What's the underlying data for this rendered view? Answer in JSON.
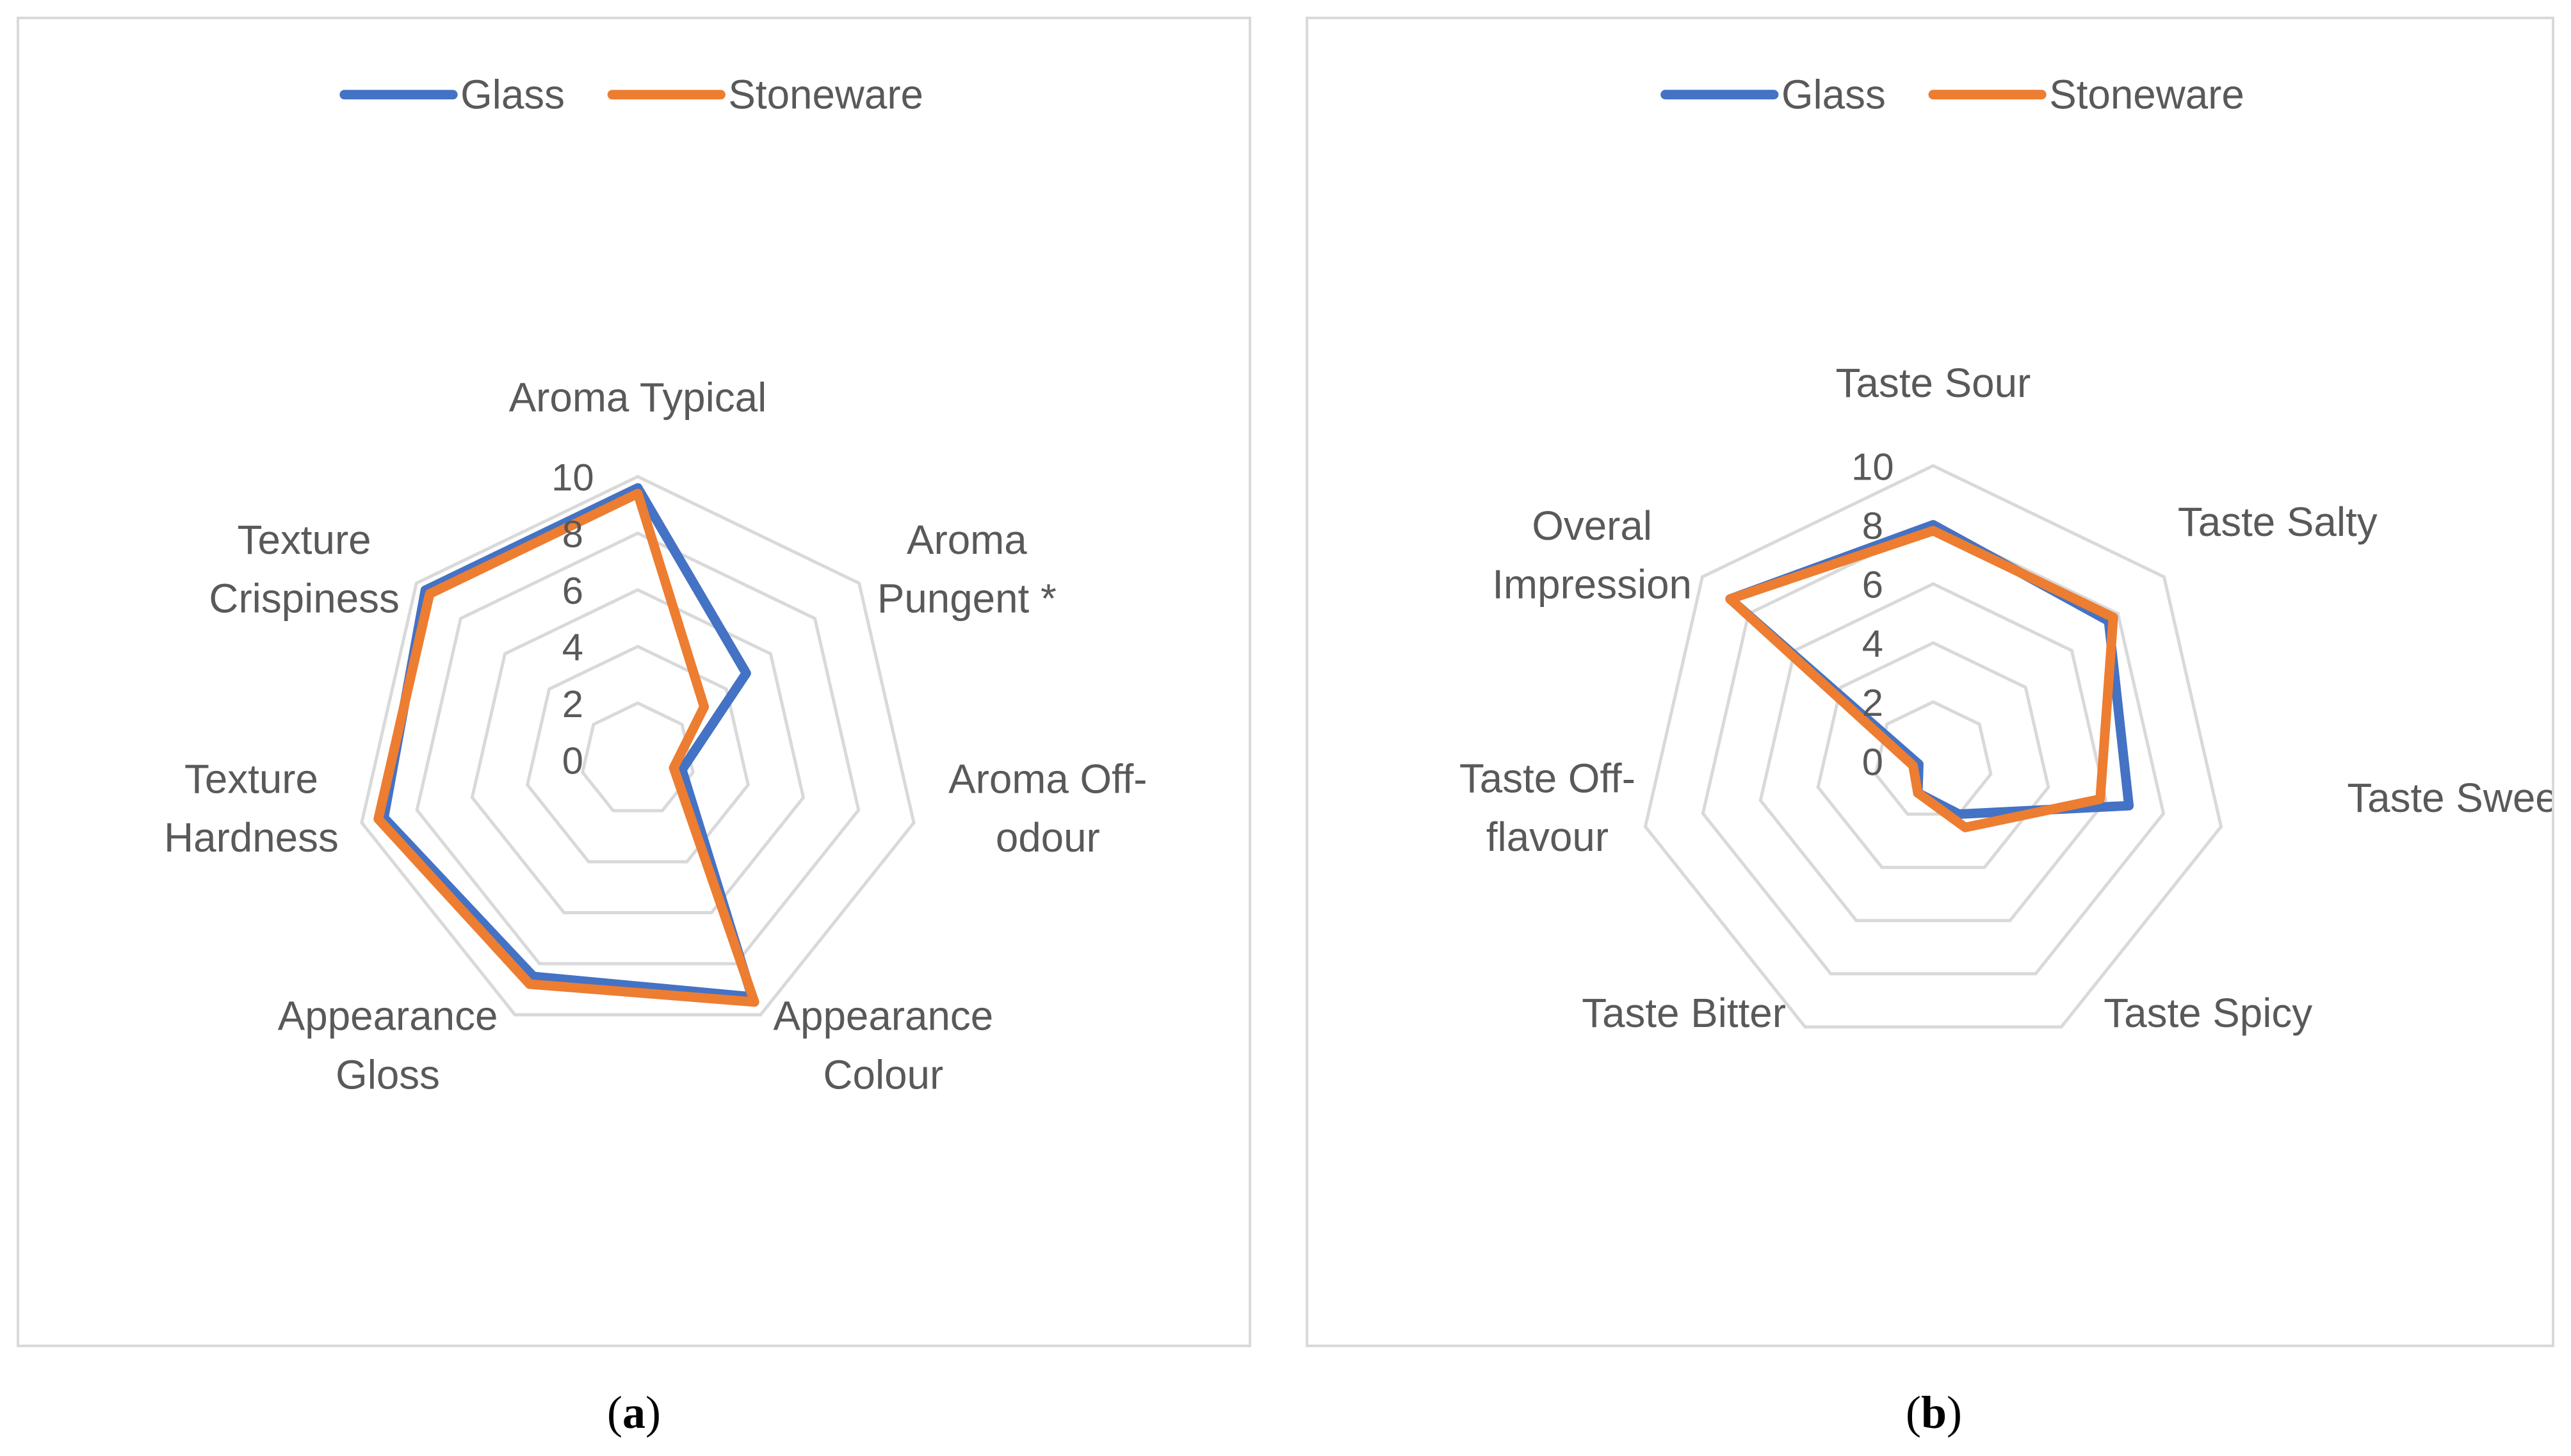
{
  "colors": {
    "glass": "#4472c4",
    "stoneware": "#ed7d31",
    "grid": "#d9d9d9",
    "text": "#595959"
  },
  "legend_position": "top",
  "grid": true,
  "captions": {
    "a": {
      "open": "(",
      "letter": "a",
      "close": ")"
    },
    "b": {
      "open": "(",
      "letter": "b",
      "close": ")"
    }
  },
  "chart_data": [
    {
      "type": "radar",
      "title": "",
      "range": [
        0,
        10
      ],
      "ticks": [
        "0",
        "2",
        "4",
        "6",
        "8",
        "10"
      ],
      "categories": [
        [
          "Aroma Typical"
        ],
        [
          "Aroma",
          "Pungent *"
        ],
        [
          "Aroma Off-",
          "odour"
        ],
        [
          "Appearance",
          "Colour"
        ],
        [
          "Appearance",
          "Gloss"
        ],
        [
          "Texture",
          "Hardness"
        ],
        [
          "Texture",
          "Crispiness"
        ]
      ],
      "series": [
        {
          "name": "Glass",
          "values": [
            9.6,
            4.9,
            1.6,
            9.3,
            8.5,
            9.2,
            9.6
          ]
        },
        {
          "name": "Stoneware",
          "values": [
            9.4,
            3.0,
            1.3,
            9.5,
            8.8,
            9.4,
            9.4
          ]
        }
      ]
    },
    {
      "type": "radar",
      "title": "",
      "range": [
        0,
        10
      ],
      "ticks": [
        "0",
        "2",
        "4",
        "6",
        "8",
        "10"
      ],
      "categories": [
        [
          "Taste Sour"
        ],
        [
          "Taste Salty"
        ],
        [
          "Taste Sweet *"
        ],
        [
          "Taste Spicy"
        ],
        [
          "Taste Bitter"
        ],
        [
          "Taste Off-",
          "flavour"
        ],
        [
          "Overal",
          "Impression"
        ]
      ],
      "series": [
        {
          "name": "Glass",
          "values": [
            8.0,
            7.6,
            6.8,
            2.0,
            1.2,
            0.5,
            8.8
          ]
        },
        {
          "name": "Stoneware",
          "values": [
            7.8,
            7.8,
            5.8,
            2.5,
            1.2,
            0.7,
            8.8
          ]
        }
      ]
    }
  ]
}
